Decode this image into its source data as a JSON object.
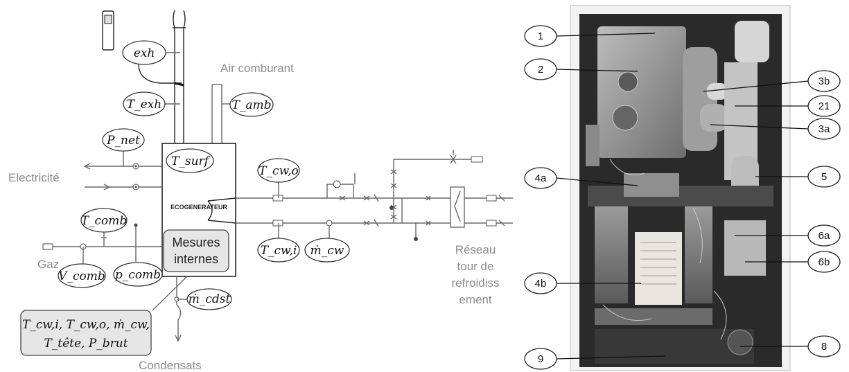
{
  "left_diagram": {
    "labels": {
      "air": "Air comburant",
      "electricity": "Electricité",
      "gas": "Gaz",
      "network": [
        "Réseau",
        "tour de",
        "refroidiss",
        "ement"
      ],
      "condensate": "Condensats",
      "unit": "ECOGENERATEUR",
      "internal": [
        "Mesures",
        "internes"
      ]
    },
    "sensors": {
      "exh": "exh",
      "t_exh": "T_exh",
      "t_amb": "T_amb",
      "p_net": "P_net",
      "t_surf": "T_surf",
      "t_cw_o": "T_cw,o",
      "t_comb": "T_comb",
      "v_comb": "V_comb",
      "p_comb": "p_comb",
      "t_cw_i": "T_cw,i",
      "m_cw": "ṁ_cw",
      "m_cdst": "ṁ_cdst"
    },
    "internal_list": [
      "T_cw,i, T_cw,o, ṁ_cw,",
      "T_tête, P_brut"
    ]
  },
  "photo_callouts": {
    "left": [
      "1",
      "2",
      "4a",
      "4b",
      "9"
    ],
    "right": [
      "3b",
      "21",
      "3a",
      "5",
      "6a",
      "6b",
      "8"
    ]
  }
}
